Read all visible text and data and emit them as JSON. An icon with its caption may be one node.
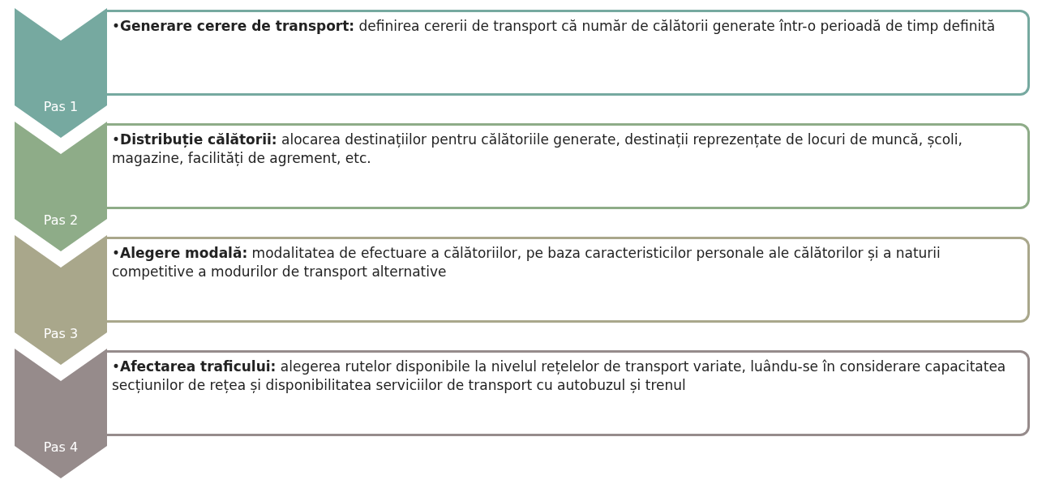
{
  "diagram": {
    "nodes": [
      {
        "text": [
          "Pas 1"
        ]
      },
      {
        "text": [
          "•**Generare cerere de transport:** definirea cererii de transport că număr de călătorii generate într-o perioadă de timp definită"
        ]
      },
      {
        "text": [
          "Pas 2"
        ]
      },
      {
        "text": [
          "•**Distribuție călătorii:** alocarea destinațiilor pentru călătoriile generate, destinații reprezențate de locuri de muncă, școli, magazine, facilități de agrement, etc."
        ]
      },
      {
        "text": [
          "Pas 3"
        ]
      },
      {
        "text": [
          "•**Alegere modală:** modalitatea de efectuare a călătoriilor, pe baza caracteristicilor personale ale călătorilor și a naturii competitive a modurilor de transport alternative"
        ]
      },
      {
        "text": [
          "Pas 4"
        ]
      },
      {
        "text": [
          "•**Afectarea traficului:** alegerea rutelor disponibile la nivelul rețelelor de transport variate, luându-se în considerare capacitatea secțiunilor de rețea și disponibilitatea serviciilor de transport cu autobuzul și trenul"
        ]
      }
    ]
  }
}
